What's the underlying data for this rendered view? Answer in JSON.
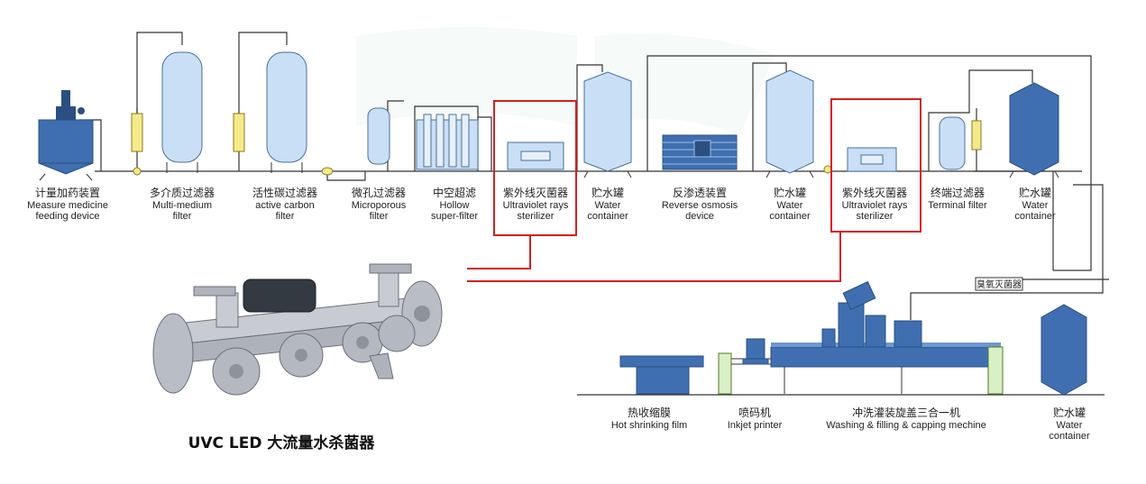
{
  "title": "UVC LED 大流量水杀菌器",
  "ozone_label": "臭氧灭菌器",
  "colors": {
    "pipe": "#333333",
    "highlight": "#d42020",
    "tank_fill": "#c9dff5",
    "tank_stroke": "#4a6f9c",
    "dark_tank": "#3f6fb0",
    "filter_cartridge": "#f4ea8a"
  },
  "top_labels": [
    {
      "cn": "计量加药装置",
      "en1": "Measure medicine",
      "en2": "feeding device"
    },
    {
      "cn": "多介质过滤器",
      "en1": "Multi-medium",
      "en2": "filter"
    },
    {
      "cn": "活性碳过滤器",
      "en1": "active carbon",
      "en2": "filter"
    },
    {
      "cn": "微孔过滤器",
      "en1": "Microporous",
      "en2": "filter"
    },
    {
      "cn": "中空超滤",
      "en1": "Hollow",
      "en2": "super-filter"
    },
    {
      "cn": "紫外线灭菌器",
      "en1": "Ultraviolet rays",
      "en2": "sterilizer"
    },
    {
      "cn": "贮水罐",
      "en1": "Water",
      "en2": "container"
    },
    {
      "cn": "反渗透装置",
      "en1": "Reverse osmosis",
      "en2": "device"
    },
    {
      "cn": "贮水罐",
      "en1": "Water",
      "en2": "container"
    },
    {
      "cn": "紫外线灭菌器",
      "en1": "Ultraviolet rays",
      "en2": "sterilizer"
    },
    {
      "cn": "终端过滤器",
      "en1": "Terminal filter",
      "en2": ""
    },
    {
      "cn": "贮水罐",
      "en1": "Water",
      "en2": "container"
    }
  ],
  "bottom_labels": [
    {
      "cn": "热收缩膜",
      "en1": "Hot shrinking film"
    },
    {
      "cn": "喷码机",
      "en1": "Inkjet printer"
    },
    {
      "cn": "冲洗灌装旋盖三合一机",
      "en1": "Washing & filling & capping mechine"
    },
    {
      "cn": "贮水罐",
      "en1": "Water",
      "en2": "container"
    }
  ]
}
